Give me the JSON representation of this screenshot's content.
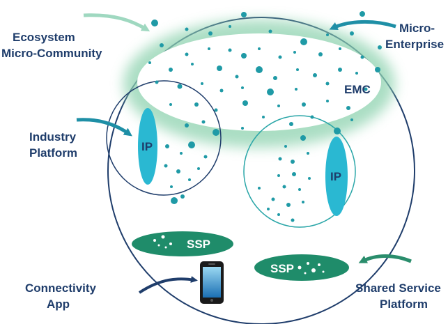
{
  "labels": {
    "ecosystem_line1": "Ecosystem",
    "ecosystem_line2": "Micro-Community",
    "micro_line1": "Micro-",
    "micro_line2": "Enterprise",
    "industry_line1": "Industry",
    "industry_line2": "Platform",
    "connectivity_line1": "Connectivity",
    "connectivity_line2": "App",
    "shared_line1": "Shared Service",
    "shared_line2": "Platform"
  },
  "inner_labels": {
    "emc": "EMC",
    "ip_left": "IP",
    "ip_right": "IP",
    "ssp_top": "SSP",
    "ssp_bottom": "SSP"
  },
  "colors": {
    "navy": "#1f3d6b",
    "teal_dot": "#1f9aa6",
    "ip_fill": "#2ab8d2",
    "ssp_fill": "#1f8c6a",
    "glow": "#8fd3b0",
    "arrow_light": "#9fd8c0",
    "arrow_teal": "#1e8fa6"
  }
}
